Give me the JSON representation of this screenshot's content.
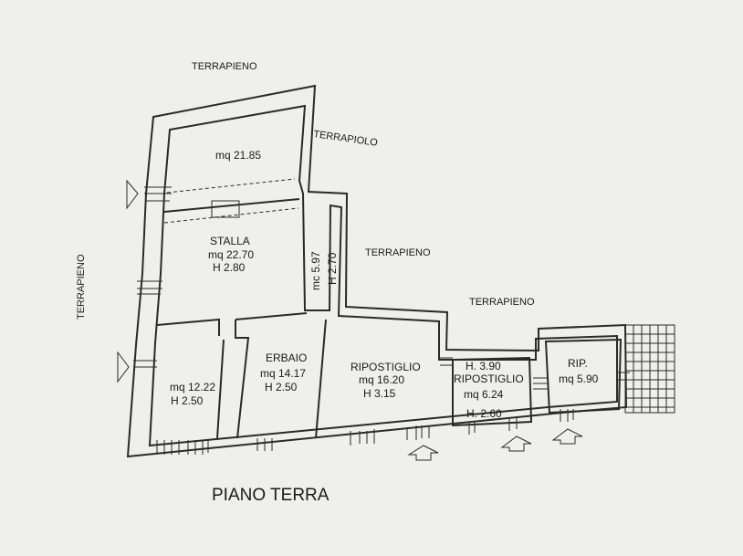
{
  "labels": {
    "terrapieno_top": "TERRAPIENO",
    "terrapieno_left": "TERRAPIENO",
    "terrapieno_mid": "TERRAPIENO",
    "terrapieno_right": "TERRAPIENO",
    "terrapieno_slant": "TERRAPIOLO"
  },
  "rooms": {
    "upper": {
      "area": "mq 21.85"
    },
    "stalla": {
      "name": "STALLA",
      "area": "mq 22.70",
      "height": "H 2.80"
    },
    "corridor": {
      "area": "mc 5.97",
      "height": "H 2.70"
    },
    "left_room": {
      "area": "mq 12.22",
      "height": "H 2.50"
    },
    "erbaio": {
      "name": "ERBAIO",
      "area": "mq 14.17",
      "height": "H 2.50"
    },
    "ripostiglio_1": {
      "name": "RIPOSTIGLIO",
      "area": "mq 16.20",
      "height": "H 3.15"
    },
    "ripostiglio_2": {
      "name": "RIPOSTIGLIO",
      "height_top": "H. 3.90",
      "area": "mq 6.24",
      "height_bottom": "H. 2.60"
    },
    "rip": {
      "name": "RIP.",
      "area": "mq  5.90"
    }
  },
  "footer": {
    "title": "PIANO TERRA"
  }
}
